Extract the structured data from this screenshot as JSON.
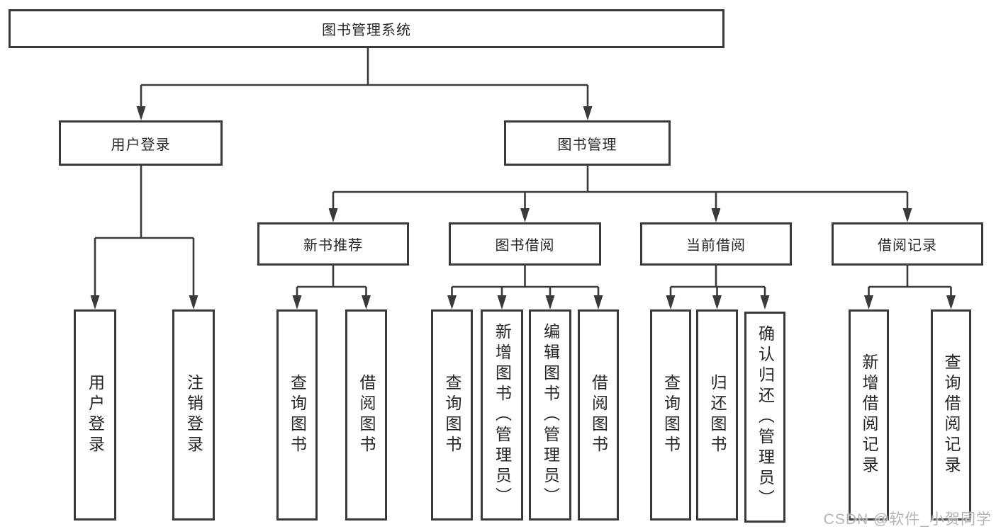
{
  "diagram": {
    "title": "图书管理系统",
    "level2": {
      "user_login": "用户登录",
      "book_management": "图书管理"
    },
    "level3": {
      "new_book_recommend": "新书推荐",
      "book_borrow": "图书借阅",
      "current_borrow": "当前借阅",
      "borrow_records": "借阅记录"
    },
    "leaves": {
      "user_login": [
        "用户登录",
        "注销登录"
      ],
      "new_book_recommend": [
        "查询图书",
        "借阅图书"
      ],
      "book_borrow": [
        "查询图书",
        "新增图书（管理员）",
        "编辑图书（管理员）",
        "借阅图书"
      ],
      "current_borrow": [
        "查询图书",
        "归还图书",
        "确认归还（管理员）"
      ],
      "borrow_records": [
        "新增借阅记录",
        "查询借阅记录"
      ]
    }
  },
  "watermark": "CSDN @软件_小贺同学",
  "colors": {
    "line": "#3a3a3a",
    "text": "#262626",
    "box_bg": "#ffffff",
    "bg": "#ffffff",
    "watermark": "#a9a9a9"
  }
}
